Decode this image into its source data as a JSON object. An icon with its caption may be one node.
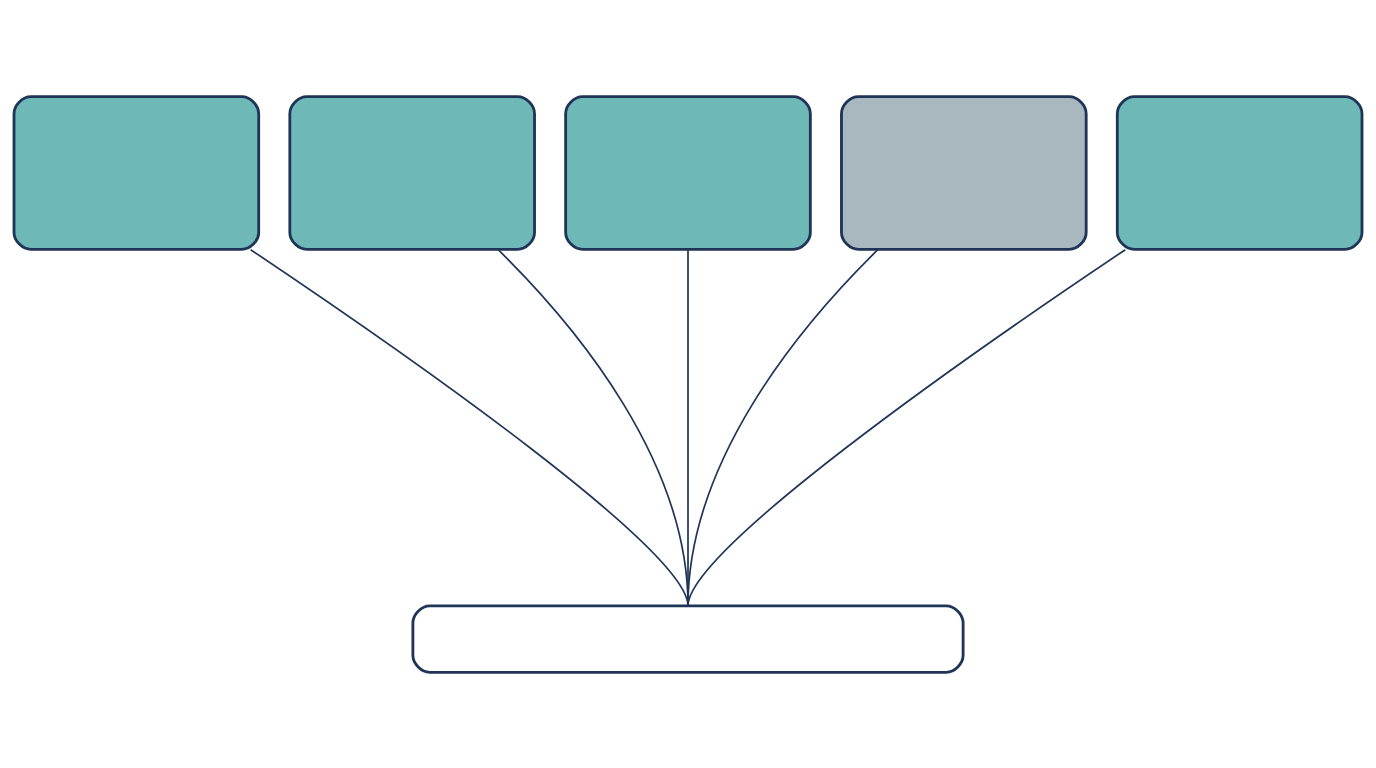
{
  "diagram": {
    "nodes": [
      {
        "text": [],
        "shape": "box"
      },
      {
        "text": [],
        "shape": "box"
      },
      {
        "text": [],
        "shape": "box"
      },
      {
        "text": [],
        "shape": "box"
      },
      {
        "text": [],
        "shape": "box"
      },
      {
        "text": [],
        "shape": "bar"
      }
    ],
    "edges": [
      {
        "from": 0,
        "to": 5,
        "arrow": "none"
      },
      {
        "from": 1,
        "to": 5,
        "arrow": "none"
      },
      {
        "from": 2,
        "to": 5,
        "arrow": "none"
      },
      {
        "from": 3,
        "to": 5,
        "arrow": "none"
      },
      {
        "from": 4,
        "to": 5,
        "arrow": "none"
      }
    ]
  }
}
